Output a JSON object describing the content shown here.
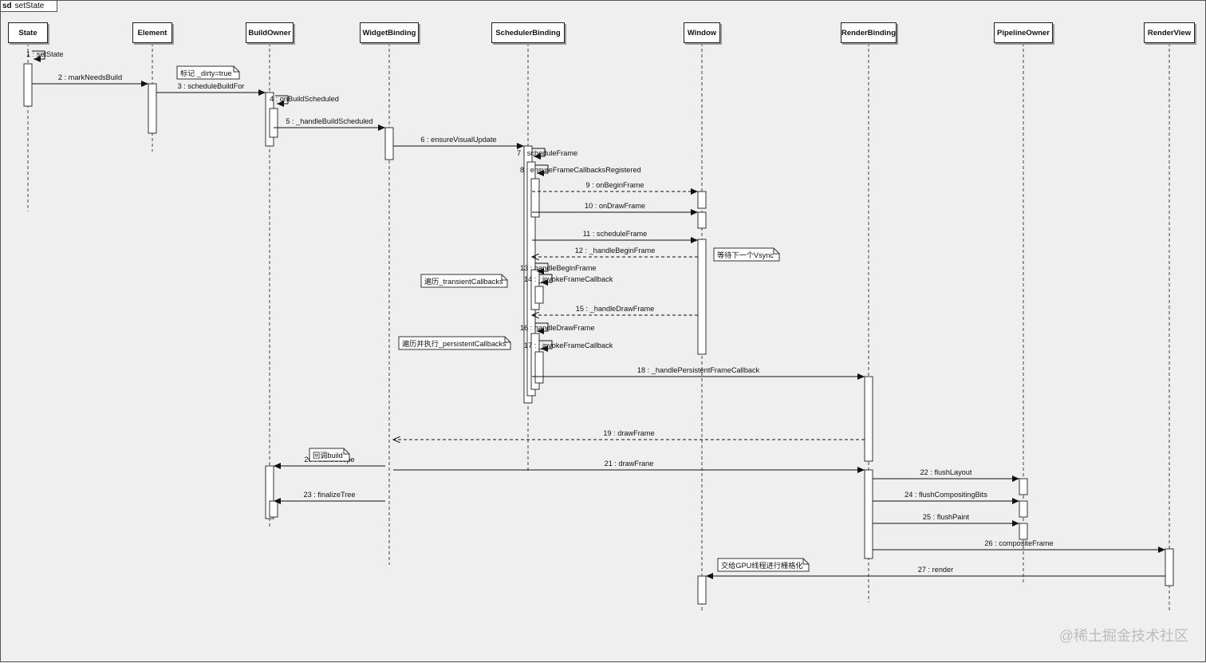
{
  "frame": {
    "kind": "sd",
    "name": "setState"
  },
  "lifelines": [
    {
      "id": "state",
      "label": "State"
    },
    {
      "id": "element",
      "label": "Element"
    },
    {
      "id": "buildowner",
      "label": "BuildOwner"
    },
    {
      "id": "widgetbinding",
      "label": "WidgetBinding"
    },
    {
      "id": "schedulerbinding",
      "label": "SchedulerBinding"
    },
    {
      "id": "window",
      "label": "Window"
    },
    {
      "id": "renderbinding",
      "label": "RenderBinding"
    },
    {
      "id": "pipelineowner",
      "label": "PipelineOwner"
    },
    {
      "id": "renderview",
      "label": "RenderView"
    }
  ],
  "messages": [
    {
      "label": "1 : setState",
      "from": "state",
      "to": "state",
      "type": "self"
    },
    {
      "label": "2 : markNeedsBuild",
      "from": "state",
      "to": "element",
      "type": "sync"
    },
    {
      "label": "3 : scheduleBuildFor",
      "from": "element",
      "to": "buildowner",
      "type": "sync"
    },
    {
      "label": "4 : onBuildScheduled",
      "from": "buildowner",
      "to": "buildowner",
      "type": "self"
    },
    {
      "label": "5 : _handleBuildScheduled",
      "from": "buildowner",
      "to": "widgetbinding",
      "type": "sync"
    },
    {
      "label": "6 : ensureVisualUpdate",
      "from": "widgetbinding",
      "to": "schedulerbinding",
      "type": "sync"
    },
    {
      "label": "7 : scheduleFrame",
      "from": "schedulerbinding",
      "to": "schedulerbinding",
      "type": "self"
    },
    {
      "label": "8 : ensureFrameCallbacksRegistered",
      "from": "schedulerbinding",
      "to": "schedulerbinding",
      "type": "self"
    },
    {
      "label": "9 : onBeginFrame",
      "from": "schedulerbinding",
      "to": "window",
      "type": "async"
    },
    {
      "label": "10 : onDrawFrame",
      "from": "schedulerbinding",
      "to": "window",
      "type": "sync"
    },
    {
      "label": "11 : scheduleFrame",
      "from": "schedulerbinding",
      "to": "window",
      "type": "sync"
    },
    {
      "label": "12 : _handleBeginFrame",
      "from": "window",
      "to": "schedulerbinding",
      "type": "return"
    },
    {
      "label": "13 : handleBeginFrame",
      "from": "schedulerbinding",
      "to": "schedulerbinding",
      "type": "self"
    },
    {
      "label": "14 : _invokeFrameCallback",
      "from": "schedulerbinding",
      "to": "schedulerbinding",
      "type": "self"
    },
    {
      "label": "15 : _handleDrawFrame",
      "from": "window",
      "to": "schedulerbinding",
      "type": "return"
    },
    {
      "label": "16 : handleDrawFrame",
      "from": "schedulerbinding",
      "to": "schedulerbinding",
      "type": "self"
    },
    {
      "label": "17 : _invokeFrameCallback",
      "from": "schedulerbinding",
      "to": "schedulerbinding",
      "type": "self"
    },
    {
      "label": "18 : _handlePersistentFrameCallback",
      "from": "schedulerbinding",
      "to": "renderbinding",
      "type": "sync"
    },
    {
      "label": "19 : drawFrame",
      "from": "renderbinding",
      "to": "widgetbinding",
      "type": "return"
    },
    {
      "label": "20 : buildScope",
      "from": "widgetbinding",
      "to": "buildowner",
      "type": "sync"
    },
    {
      "label": "21 : drawFrane",
      "from": "widgetbinding",
      "to": "renderbinding",
      "type": "sync"
    },
    {
      "label": "22 : flushLayout",
      "from": "renderbinding",
      "to": "pipelineowner",
      "type": "sync"
    },
    {
      "label": "23 : finalizeTree",
      "from": "widgetbinding",
      "to": "buildowner",
      "type": "sync"
    },
    {
      "label": "24 : flushCompositingBits",
      "from": "renderbinding",
      "to": "pipelineowner",
      "type": "sync"
    },
    {
      "label": "25 : flushPaint",
      "from": "renderbinding",
      "to": "pipelineowner",
      "type": "sync"
    },
    {
      "label": "26 : compositeFrame",
      "from": "renderbinding",
      "to": "renderview",
      "type": "sync"
    },
    {
      "label": "27 : render",
      "from": "renderview",
      "to": "window",
      "type": "sync"
    }
  ],
  "notes": [
    {
      "text": "标记 _dirty=true"
    },
    {
      "text": "等待下一个Vsync"
    },
    {
      "text": "遍历_transientCallbacks"
    },
    {
      "text": "遍历并执行_persistentCallbacks"
    },
    {
      "text": "回调build"
    },
    {
      "text": "交给GPU线程进行栅格化"
    }
  ],
  "watermark": "@稀土掘金技术社区"
}
